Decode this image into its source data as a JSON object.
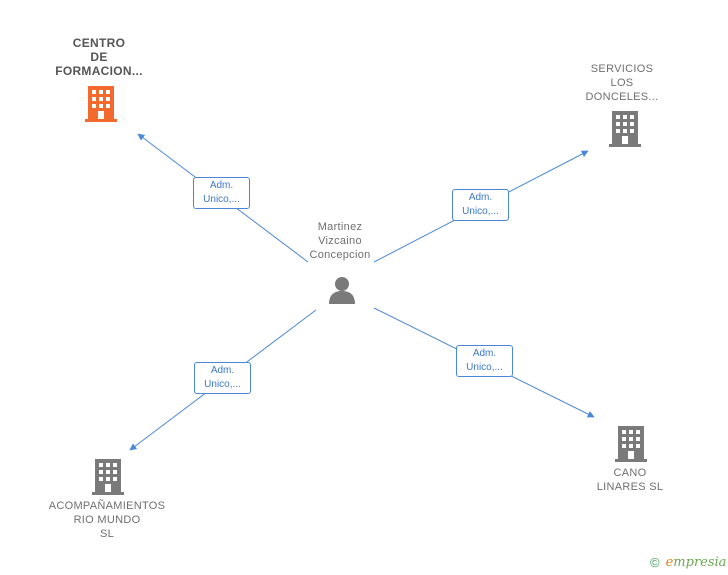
{
  "center": {
    "lines": [
      "Martinez",
      "Vizcaino",
      "Concepcion"
    ],
    "icon": "person-icon"
  },
  "companies": [
    {
      "id": "centro",
      "lines": [
        "CENTRO",
        "DE",
        "FORMACION..."
      ],
      "color": "#f26a2e",
      "icon": "building-icon"
    },
    {
      "id": "servicios",
      "lines": [
        "SERVICIOS",
        "LOS",
        "DONCELES..."
      ],
      "color": "#7a7a7a",
      "icon": "building-icon"
    },
    {
      "id": "acompanamientos",
      "lines": [
        "ACOMPAÑAMIENTOS",
        "RIO MUNDO",
        "SL"
      ],
      "color": "#7a7a7a",
      "icon": "building-icon"
    },
    {
      "id": "cano",
      "lines": [
        "CANO",
        "LINARES SL"
      ],
      "color": "#7a7a7a",
      "icon": "building-icon"
    }
  ],
  "edges": [
    {
      "to": "centro",
      "label": [
        "Adm.",
        "Unico,..."
      ]
    },
    {
      "to": "servicios",
      "label": [
        "Adm.",
        "Unico,..."
      ]
    },
    {
      "to": "acompanamientos",
      "label": [
        "Adm.",
        "Unico,..."
      ]
    },
    {
      "to": "cano",
      "label": [
        "Adm.",
        "Unico,..."
      ]
    }
  ],
  "footer": {
    "symbol": "©",
    "brand_first": "e",
    "brand_rest": "mpresia"
  },
  "colors": {
    "edge": "#4a88d6",
    "accent": "#f26a2e",
    "gray": "#7a7a7a"
  }
}
